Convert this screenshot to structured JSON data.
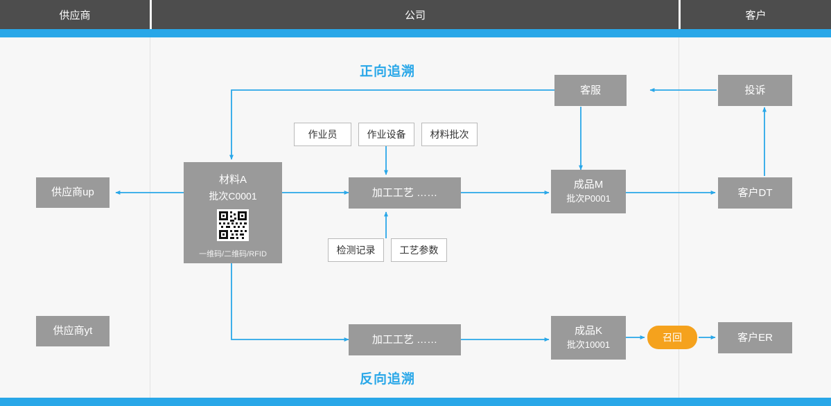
{
  "header": {
    "lanes": [
      {
        "label": "供应商"
      },
      {
        "label": "公司"
      },
      {
        "label": "客户"
      }
    ]
  },
  "labels": {
    "forward": "正向追溯",
    "backward": "反向追溯"
  },
  "nodes": {
    "supplier_up": {
      "label": "供应商up"
    },
    "supplier_yt": {
      "label": "供应商yt"
    },
    "material": {
      "line1": "材料A",
      "line2": "批次C0001",
      "line3": "一维码/二维码/RFID",
      "qr_icon": "qr-code-icon"
    },
    "process_top": {
      "label": "加工工艺  ……"
    },
    "process_bottom": {
      "label": "加工工艺  ……"
    },
    "product_m": {
      "line1": "成品M",
      "line2": "批次P0001"
    },
    "product_k": {
      "line1": "成品K",
      "line2": "批次10001"
    },
    "service": {
      "label": "客服"
    },
    "complaint": {
      "label": "投诉"
    },
    "customer_dt": {
      "label": "客户DT"
    },
    "customer_er": {
      "label": "客户ER"
    },
    "recall": {
      "label": "召回"
    }
  },
  "attributes": {
    "operator": "作业员",
    "equipment": "作业设备",
    "material_batch": "材料批次",
    "inspection_record": "检测记录",
    "process_parameter": "工艺参数"
  },
  "colors": {
    "accent_blue": "#29a7e8",
    "node_gray": "#9a9a9a",
    "header_gray": "#4d4d4d",
    "recall_orange": "#f5a21d",
    "background": "#f7f7f7"
  }
}
